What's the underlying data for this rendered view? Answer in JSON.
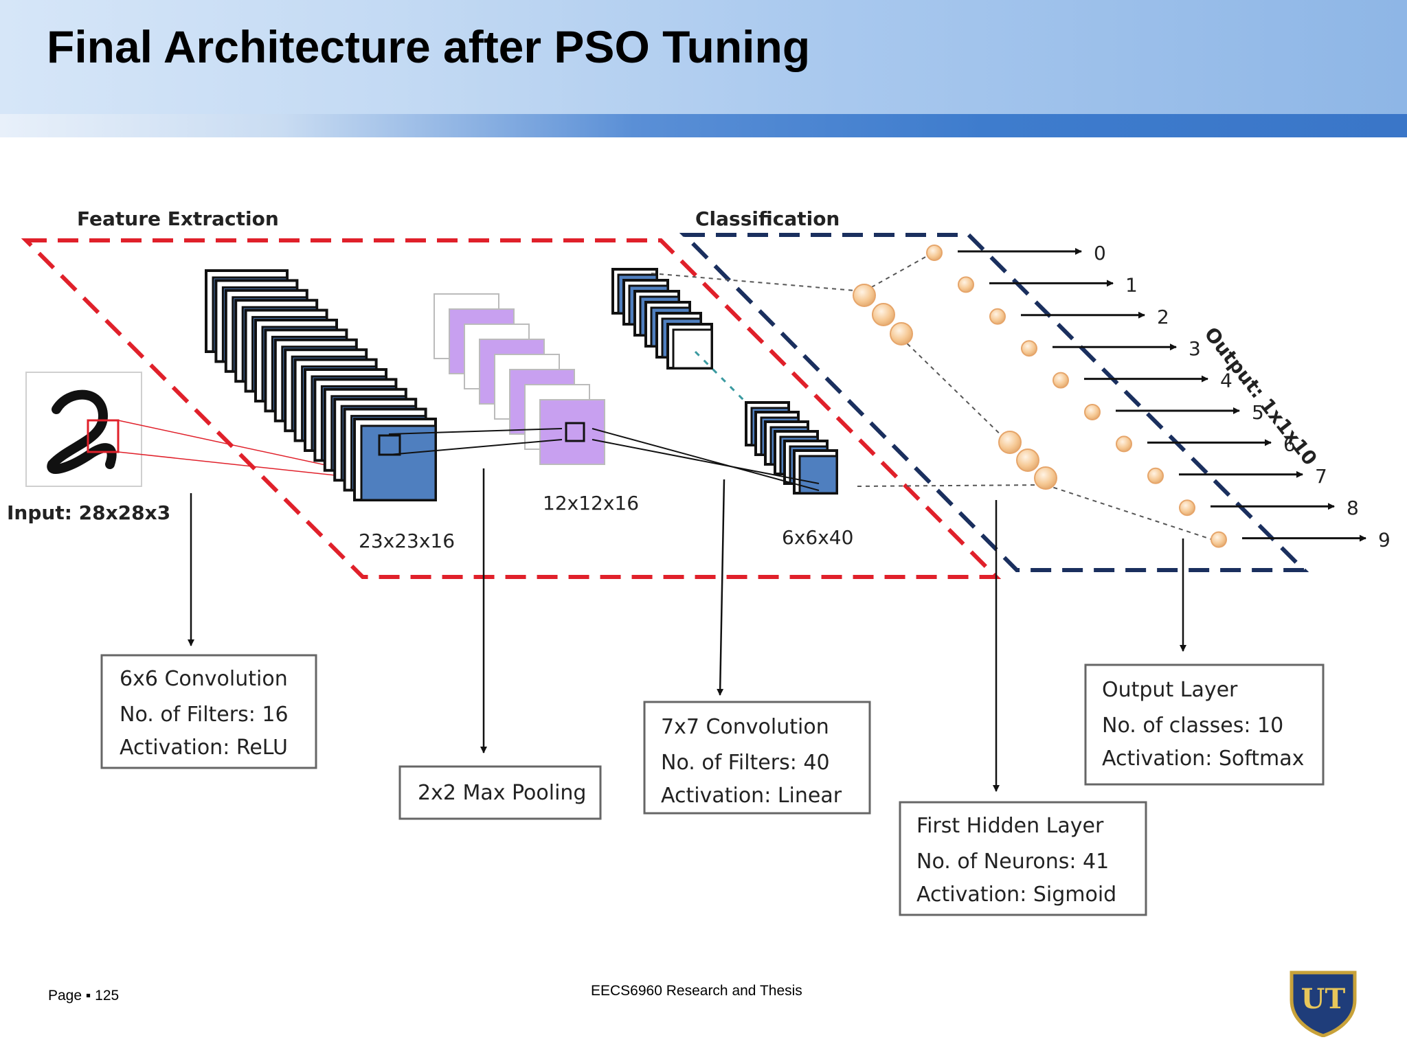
{
  "slide": {
    "title": "Final Architecture after PSO Tuning",
    "footer_page": "Page ▪ 125",
    "footer_course": "EECS6960 Research and Thesis",
    "logo_text": "UT"
  },
  "diagram": {
    "section_feature": "Feature Extraction",
    "section_classification": "Classification",
    "input_label": "Input: 28x28x3",
    "conv1_dims": "23x23x16",
    "pool_dims": "12x12x16",
    "conv2_dims": "6x6x40",
    "output_label": "Output: 1x1x10",
    "output_classes": [
      "0",
      "1",
      "2",
      "3",
      "4",
      "5",
      "6",
      "7",
      "8",
      "9"
    ],
    "boxes": {
      "conv1": [
        "6x6 Convolution",
        "No. of Filters: 16",
        "Activation: ReLU"
      ],
      "pool": [
        "2x2 Max Pooling"
      ],
      "conv2": [
        "7x7 Convolution",
        "No. of Filters: 40",
        "Activation: Linear"
      ],
      "hidden": [
        "First Hidden Layer",
        "No. of Neurons: 41",
        "Activation: Sigmoid"
      ],
      "output": [
        "Output Layer",
        "No. of classes: 10",
        "Activation: Softmax"
      ]
    }
  },
  "colors": {
    "feature_border": "#e0202a",
    "classification_border": "#1a2f5e",
    "conv_blue": "#4f7fbf",
    "pool_purple": "#c8a0f0",
    "neuron": "#f4c08a"
  }
}
